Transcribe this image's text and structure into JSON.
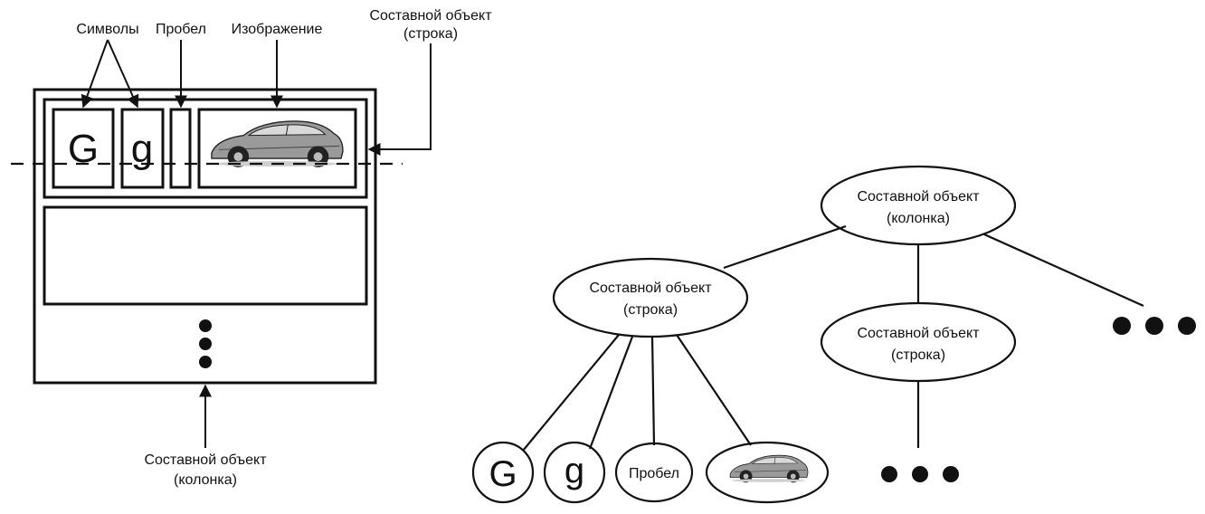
{
  "left": {
    "labels": {
      "symbols": "Символы",
      "space": "Пробел",
      "image": "Изображение",
      "row_line1": "Составной объект",
      "row_line2": "(строка)",
      "col_line1": "Составной объект",
      "col_line2": "(колонка)"
    },
    "glyphs": {
      "g_upper": "G",
      "g_lower": "g"
    }
  },
  "tree": {
    "root": {
      "line1": "Составной объект",
      "line2": "(колонка)"
    },
    "row1": {
      "line1": "Составной объект",
      "line2": "(строка)"
    },
    "row2": {
      "line1": "Составной объект",
      "line2": "(строка)"
    },
    "leaves": {
      "g_upper": "G",
      "g_lower": "g",
      "space": "Пробел"
    }
  },
  "icons": [
    "car-image-icon",
    "ellipsis-dots-icon"
  ]
}
